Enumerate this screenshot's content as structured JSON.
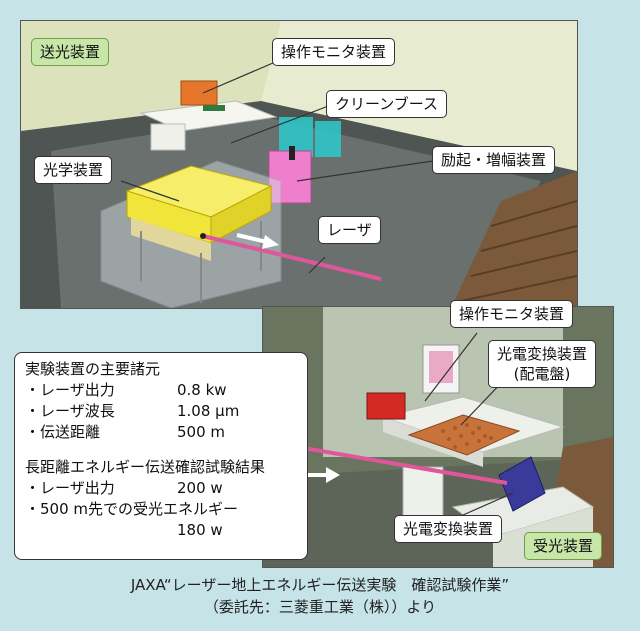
{
  "transmitter": {
    "title": "送光装置",
    "labels": {
      "operation_monitor": "操作モニタ装置",
      "clean_booth": "クリーンブース",
      "pump_amplifier": "励起・増幅装置",
      "optical_unit": "光学装置",
      "laser": "レーザ"
    }
  },
  "receiver": {
    "title": "受光装置",
    "labels": {
      "operation_monitor": "操作モニタ装置",
      "converter_panel": "光電変換装置\n(配電盤)",
      "converter": "光電変換装置"
    }
  },
  "specs": {
    "heading": "実験装置の主要諸元",
    "items": [
      {
        "key": "・レーザ出力",
        "value": "0.8 kw"
      },
      {
        "key": "・レーザ波長",
        "value": "1.08 μm"
      },
      {
        "key": "・伝送距離",
        "value": "500 m"
      }
    ],
    "results_heading": "長距離エネルギー伝送確認試験結果",
    "results": [
      {
        "key": "・レーザ出力",
        "value": "200 w"
      },
      {
        "key": "・500 m先での受光エネルギー",
        "value": ""
      },
      {
        "key": "",
        "value": "180 w"
      }
    ]
  },
  "caption": {
    "line1": "JAXA“レーザー地上エネルギー伝送実験　確認試験作業”",
    "line2": "（委託先：三菱重工業（株））より"
  },
  "colors": {
    "laser_beam": "#e0569a",
    "optical_unit": "#f1e43a",
    "pump_unit": "#ef7fcc",
    "booth_unit": "#2fc4c6",
    "monitor_box": "#e7762d",
    "receiver_panel": "#3a3a9a",
    "badge_green": "#c8e6a8"
  }
}
